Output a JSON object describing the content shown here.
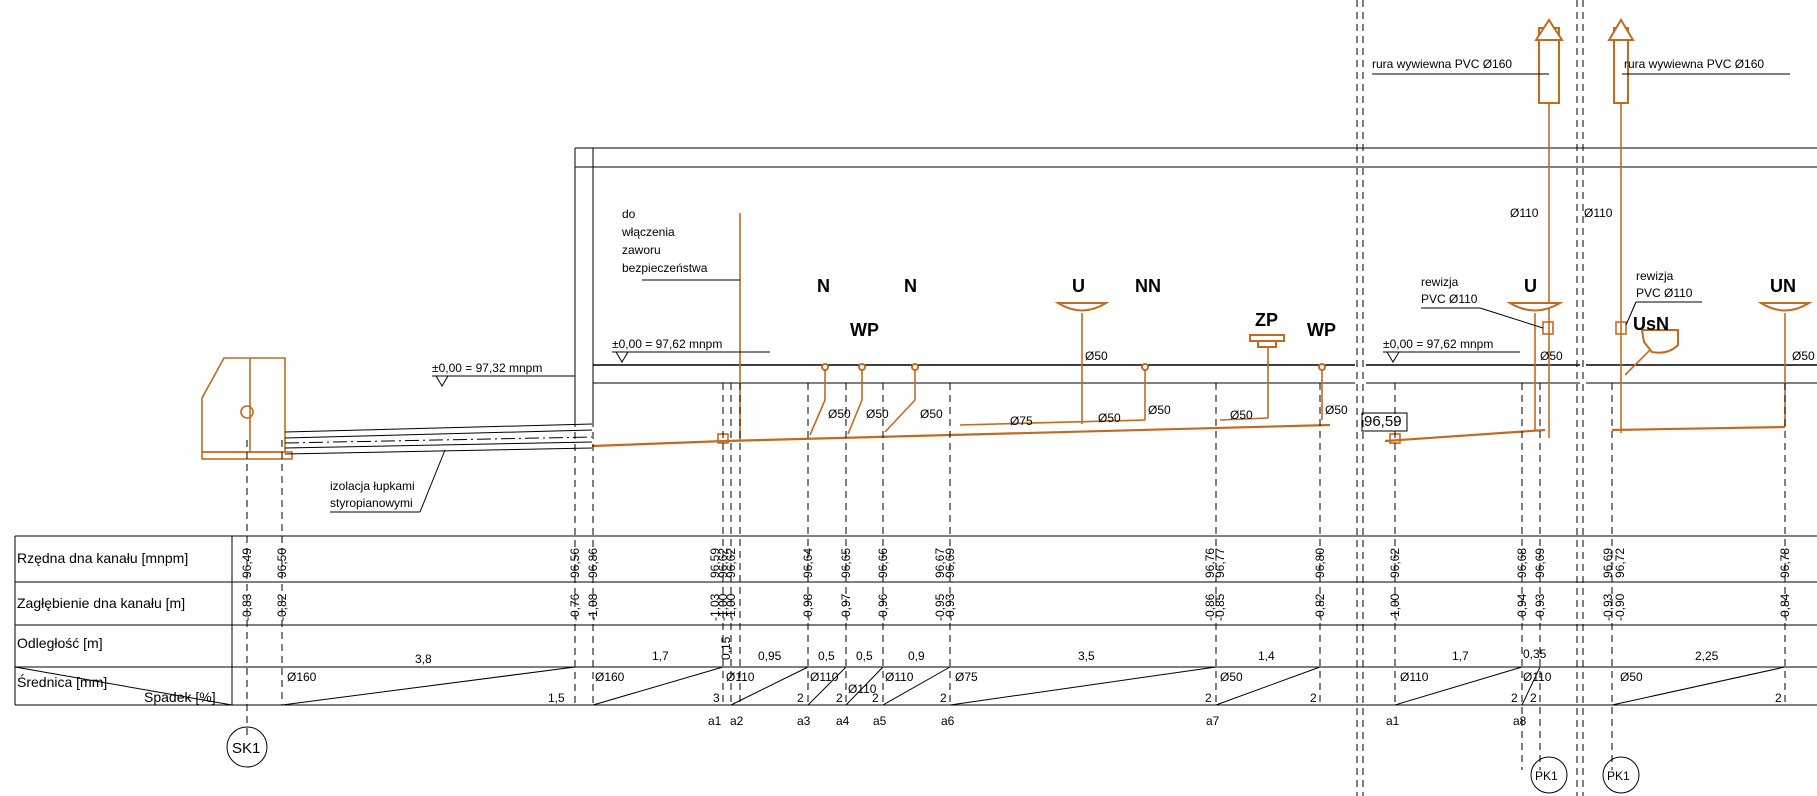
{
  "labels": {
    "level_left": "±0,00 = 97,32 mnpm",
    "level_mid": "±0,00 = 97,62 mnpm",
    "level_right": "±0,00 = 97,62 mnpm",
    "valve_note": [
      "do",
      "włączenia",
      "zaworu",
      "bezpieczeństwa"
    ],
    "insulation_note": [
      "izolacja łupkami",
      "styropianowymi"
    ],
    "vent_pipe": "rura wywiewna PVC Ø160",
    "revision": [
      "rewizja",
      "PVC Ø110"
    ],
    "invert_box": "96,59",
    "fixtures": [
      "N",
      "N",
      "WP",
      "U",
      "NN",
      "ZP",
      "WP",
      "U",
      "UsN",
      "UN"
    ],
    "pipe_diameters": [
      "Ø50",
      "Ø50",
      "Ø50",
      "Ø75",
      "Ø50",
      "Ø50",
      "Ø50",
      "Ø50",
      "Ø110",
      "Ø110",
      "Ø50",
      "Ø50",
      "Ø50"
    ]
  },
  "table": {
    "row_labels": [
      "Rzędna dna kanału [mnpm]",
      "Zagłębienie dna kanału [m]",
      "Odległość [m]",
      "Średnica [mm]",
      "Spadek [%]"
    ],
    "invert_levels": [
      "96,49",
      "96,50",
      "96,56",
      "96,86",
      "96,59",
      "96,62",
      "96,62",
      "96,64",
      "96,65",
      "96,66",
      "96,67",
      "96,69",
      "96,76",
      "96,77",
      "96,80",
      "96,62",
      "96,68",
      "96,69",
      "96,69",
      "96,72",
      "96,78"
    ],
    "depths": [
      "-0,83",
      "-0,82",
      "-0,76",
      "-1,08",
      "-1,03",
      "-1,00",
      "-1,00",
      "-0,98",
      "-0,97",
      "-0,96",
      "-0,95",
      "-0,93",
      "-0,86",
      "-0,85",
      "-0,82",
      "-1,00",
      "-0,94",
      "-0,93",
      "-0,93",
      "-0,90",
      "-0,84"
    ],
    "distances": [
      "3,8",
      "1,7",
      "0,15",
      "0,95",
      "0,5",
      "0,5",
      "0,9",
      "3,5",
      "1,4",
      "1,7",
      "0,35",
      "2,25"
    ],
    "diameters": [
      "Ø160",
      "Ø160",
      "Ø110",
      "Ø110",
      "Ø110",
      "Ø110",
      "Ø75",
      "Ø50",
      "Ø110",
      "Ø110",
      "Ø50"
    ],
    "slopes": [
      "1,5",
      "3",
      "2",
      "2",
      "2",
      "2",
      "2",
      "2",
      "2",
      "2",
      "2"
    ],
    "point_labels": [
      "a1",
      "a2",
      "a3",
      "a4",
      "a5",
      "a6",
      "a7",
      "a1",
      "a8"
    ],
    "manholes": [
      "SK1",
      "PK1",
      "PK1"
    ]
  }
}
